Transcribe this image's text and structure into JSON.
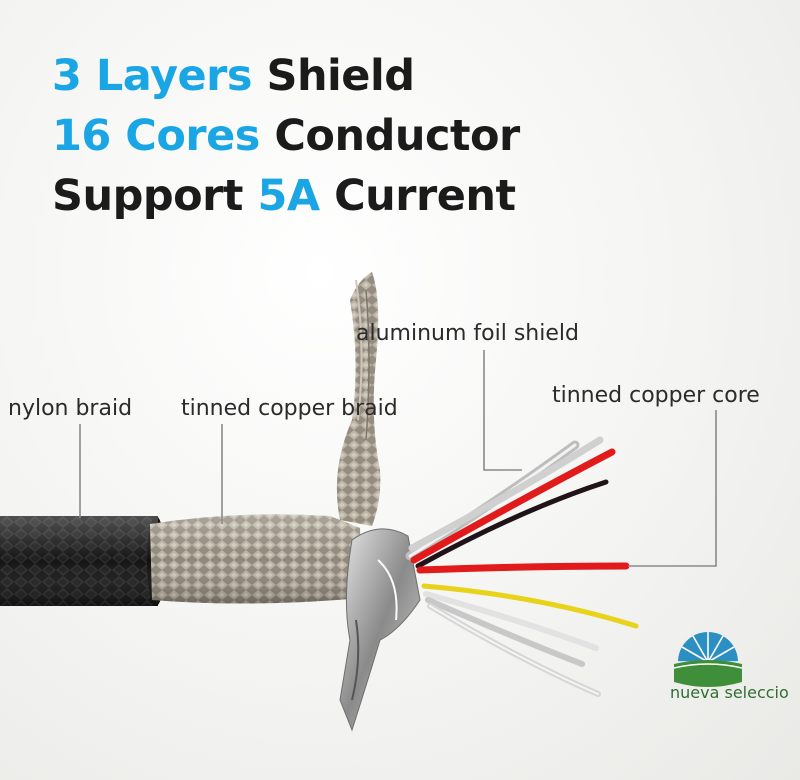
{
  "headline": {
    "line1": {
      "accent": "3 Layers",
      "rest": "Shield"
    },
    "line2": {
      "accent": "16 Cores",
      "rest": "Conductor"
    },
    "line3": {
      "lead": "Support",
      "accent": "5A",
      "rest": "Current"
    }
  },
  "callouts": {
    "nylon_braid": "nylon braid",
    "tinned_copper_braid": "tinned copper braid",
    "aluminum_foil_shield": "aluminum foil shield",
    "tinned_copper_core": "tinned copper core"
  },
  "logo": {
    "text": "nueva seleccio"
  },
  "colors": {
    "accent": "#1aa6e4",
    "headline_text": "#1b1b1b",
    "logo_blue": "#2b8fc4",
    "logo_green": "#3f8f3a",
    "wire_red": "#e11b1b",
    "wire_yellow": "#e8d21a",
    "nylon_black": "#1a1a1a",
    "copper_silver": "#a49c8c"
  }
}
